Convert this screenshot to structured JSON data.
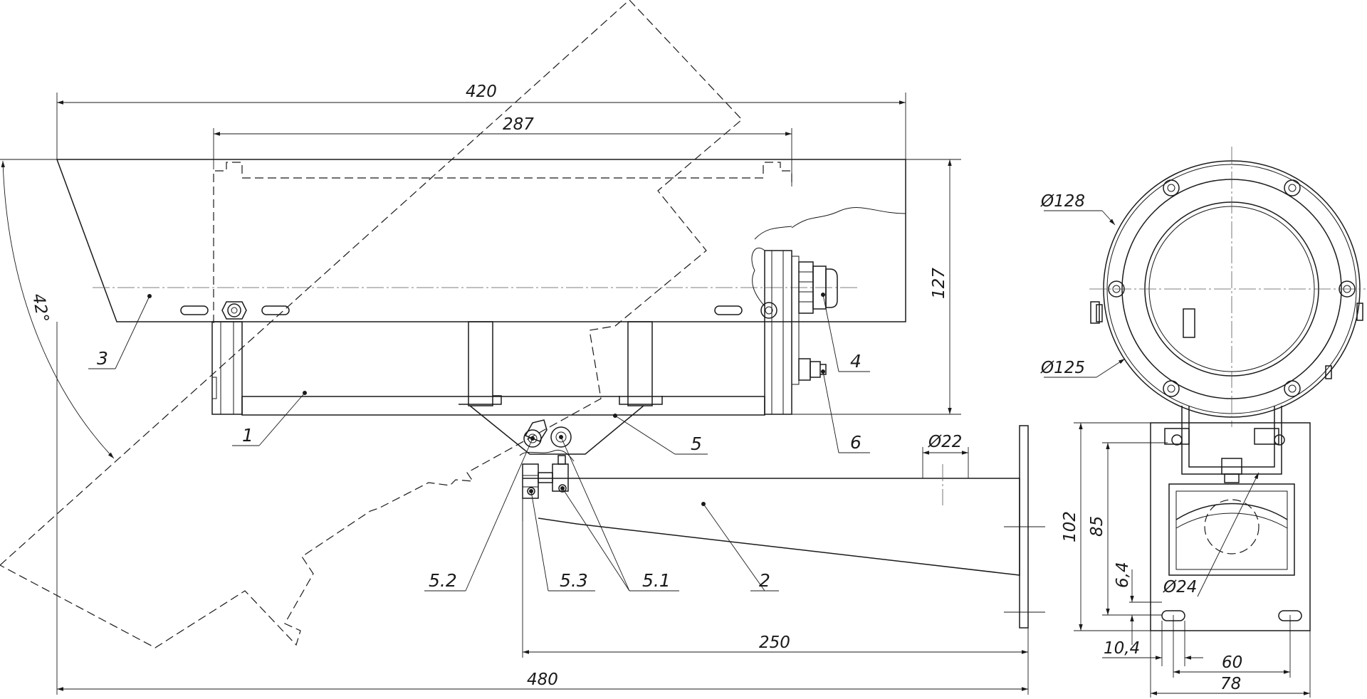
{
  "callouts": {
    "c1": "1",
    "c2": "2",
    "c3": "3",
    "c4": "4",
    "c5": "5",
    "c6": "6",
    "c51": "5.1",
    "c52": "5.2",
    "c53": "5.3"
  },
  "dimensions": {
    "d420": "420",
    "d287": "287",
    "d127": "127",
    "d42": "42°",
    "d22": "Ø22",
    "d250": "250",
    "d480": "480",
    "d128": "Ø128",
    "d125": "Ø125",
    "d102": "102",
    "d85": "85",
    "d64": "6,4",
    "d24": "Ø24",
    "d104": "10,4",
    "d60": "60",
    "d78": "78"
  }
}
